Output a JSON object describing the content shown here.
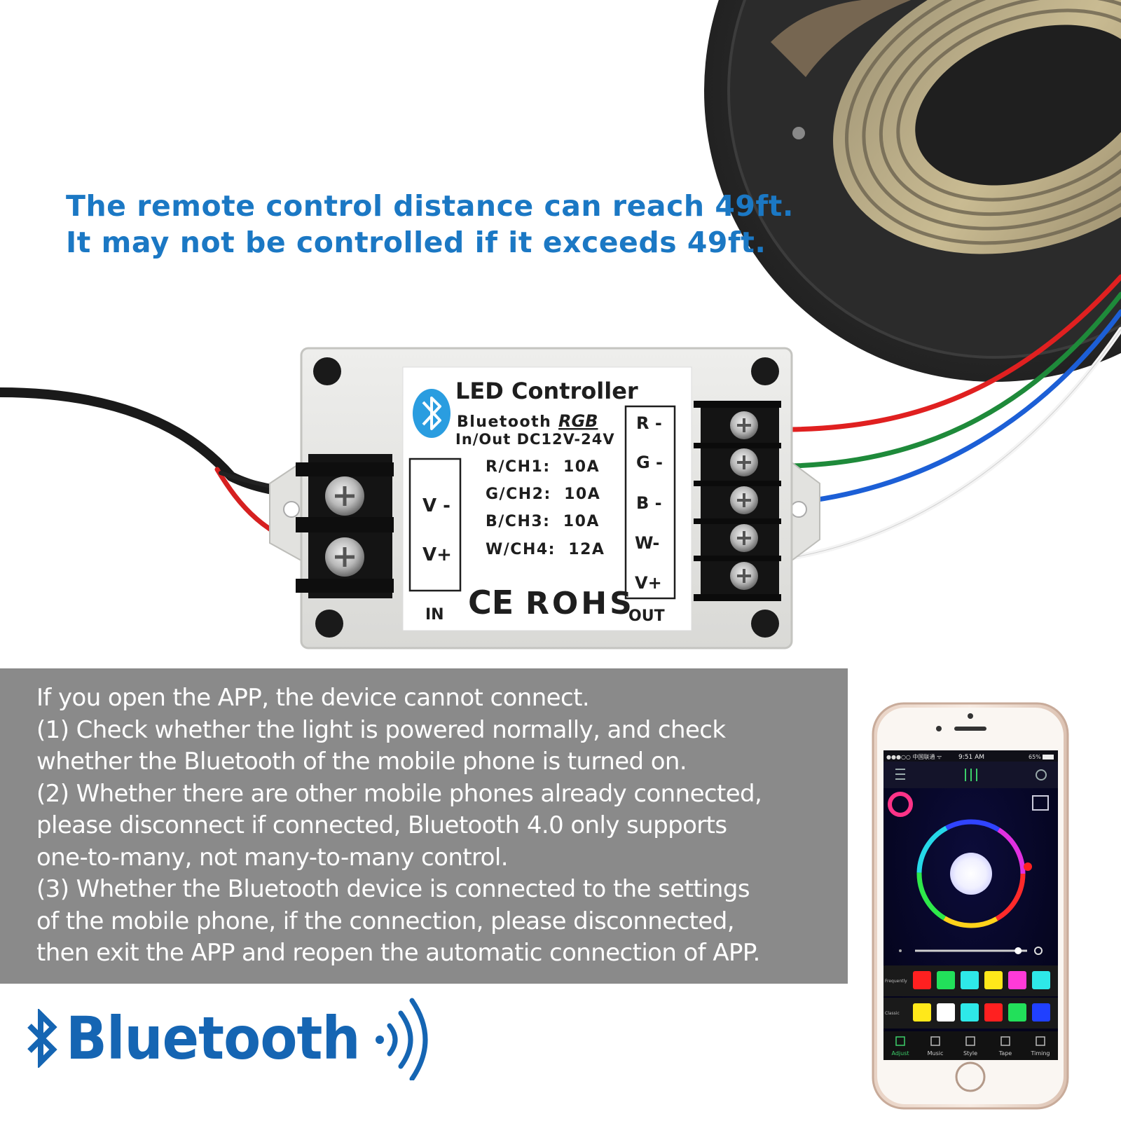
{
  "headline": {
    "line1": "The remote control distance can reach 49ft.",
    "line2": "It may not be controlled if it exceeds 49ft."
  },
  "controller": {
    "title": "LED Controller",
    "subtitle1": "Bluetooth",
    "subtitle1b": "RGB",
    "subtitle2": "In/Out DC12V-24V",
    "channels": [
      "R/CH1:  10A",
      "G/CH2:  10A",
      "B/CH3:  10A",
      "W/CH4:  12A"
    ],
    "in_terminals": [
      "V -",
      "V+"
    ],
    "in_label": "IN",
    "out_terminals": [
      "R -",
      "G -",
      "B -",
      "W-",
      "V+"
    ],
    "out_label": "OUT",
    "cert_ce": "CE",
    "cert_rohs": "ROHS"
  },
  "notice": {
    "lines": [
      "If you open the APP, the device cannot connect.",
      "(1) Check whether the light is powered normally, and check",
      "whether the Bluetooth of the mobile phone is turned on.",
      "(2) Whether there are other mobile phones already connected,",
      "please disconnect if connected, Bluetooth 4.0 only supports",
      "one-to-many, not many-to-many control.",
      "(3) Whether the Bluetooth device is connected to the settings",
      "of the mobile phone, if the connection,  please disconnected,",
      "then exit the APP and reopen the automatic connection of APP."
    ]
  },
  "bluetooth_logo": {
    "word": "Bluetooth"
  },
  "phone": {
    "status_carrier": "●●●○○ 中国联通 ᯤ",
    "status_time": "9:51 AM",
    "status_battery": "65%",
    "row_frequently": "Frequently",
    "row_classic": "Classic",
    "frequently_colors": [
      "#ff2020",
      "#22e05a",
      "#2ee8e8",
      "#ffe81a",
      "#ff3ad8",
      "#2ee8e8"
    ],
    "classic_colors": [
      "#ffe81a",
      "#ffffff",
      "#2ee8e8",
      "#ff2020",
      "#22e05a",
      "#2040ff"
    ],
    "brightness_level": 0.92,
    "tabs": [
      "Adjust",
      "Music",
      "Style",
      "Tape",
      "Timing"
    ]
  },
  "colors": {
    "headline_blue": "#1b78c4",
    "panel_gray": "#8a8a8a",
    "bluetooth_blue": "#1565b3",
    "wire_red": "#e02020",
    "wire_green": "#1e8a3a",
    "wire_blue": "#1c5fd6"
  }
}
